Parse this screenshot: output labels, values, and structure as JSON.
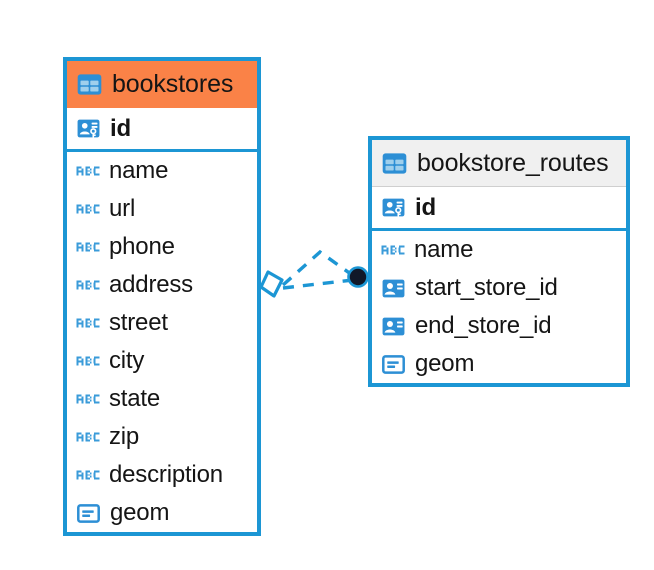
{
  "diagram": {
    "type": "entity-relationship-diagram",
    "background": "#ffffff",
    "accent_color": "#1C96D4",
    "selected_color": "#FA8247",
    "header_plain_color": "#F0F0F0",
    "text_color": "#151515",
    "endpoint_color": "#101828"
  },
  "entities": [
    {
      "name": "bookstores",
      "selected": true,
      "header_icon": "table-icon",
      "fields": [
        {
          "label": "id",
          "icon": "primary-key-icon",
          "bold": true
        },
        {
          "label": "name",
          "icon": "text-abc-icon",
          "bold": false
        },
        {
          "label": "url",
          "icon": "text-abc-icon",
          "bold": false
        },
        {
          "label": "phone",
          "icon": "text-abc-icon",
          "bold": false
        },
        {
          "label": "address",
          "icon": "text-abc-icon",
          "bold": false
        },
        {
          "label": "street",
          "icon": "text-abc-icon",
          "bold": false
        },
        {
          "label": "city",
          "icon": "text-abc-icon",
          "bold": false
        },
        {
          "label": "state",
          "icon": "text-abc-icon",
          "bold": false
        },
        {
          "label": "zip",
          "icon": "text-abc-icon",
          "bold": false
        },
        {
          "label": "description",
          "icon": "text-abc-icon",
          "bold": false
        },
        {
          "label": "geom",
          "icon": "geometry-icon",
          "bold": false
        }
      ]
    },
    {
      "name": "bookstore_routes",
      "selected": false,
      "header_icon": "table-icon",
      "fields": [
        {
          "label": "id",
          "icon": "primary-key-icon",
          "bold": true
        },
        {
          "label": "name",
          "icon": "text-abc-icon",
          "bold": false
        },
        {
          "label": "start_store_id",
          "icon": "foreign-key-icon",
          "bold": false
        },
        {
          "label": "end_store_id",
          "icon": "foreign-key-icon",
          "bold": false
        },
        {
          "label": "geom",
          "icon": "geometry-icon",
          "bold": false
        }
      ]
    }
  ],
  "relationship": {
    "source_marker": "diamond-outline-marker",
    "target_marker": "filled-circle-marker",
    "line_style": "dashed",
    "line_color": "#1C96D4"
  }
}
